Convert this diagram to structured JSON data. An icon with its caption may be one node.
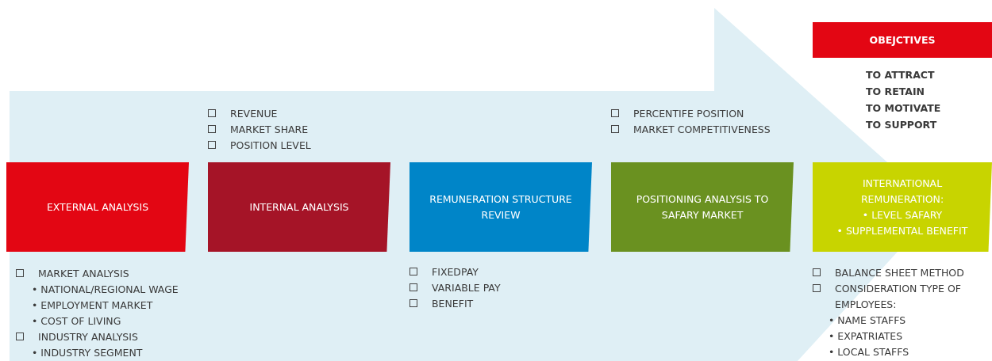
{
  "diagram": {
    "nodes": [
      {
        "text": [
          "EXTERNAL ANALYSIS"
        ],
        "beside": [
          "MARKET ANALYSIS",
          "• NATIONAL/REGIONAL WAGE",
          "• EMPLOYMENT MARKET",
          "• COST OF LIVING",
          "INDUSTRY ANALYSIS",
          "• INDUSTRY SEGMENT"
        ]
      },
      {
        "text": [
          "INTERNAL ANALYSIS"
        ],
        "beside": [
          "REVENUE",
          "MARKET SHARE",
          "POSITION LEVEL"
        ]
      },
      {
        "text": [
          "REMUNERATION STRUCTURE REVIEW"
        ],
        "beside": [
          "FIXEDPAY",
          "VARIABLE PAY",
          "BENEFIT"
        ]
      },
      {
        "text": [
          "POSITIONING ANALYSIS TO SAFARY MARKET"
        ],
        "beside": [
          "PERCENTIFE POSITION",
          "MARKET COMPETITIVENESS"
        ]
      },
      {
        "text": [
          "INTERNATIONAL REMUNERATION:",
          "• LEVEL SAFARY",
          "• SUPPLEMENTAL BENEFIT"
        ],
        "beside": [
          "BALANCE SHEET METHOD",
          "CONSIDERATION TYPE OF EMPLOYEES:",
          "• NAME STAFFS",
          "• EXPATRIATES",
          "• LOCAL STAFFS"
        ]
      },
      {
        "text": [
          "OBEJCTIVES"
        ],
        "beside": [
          "TO ATTRACT",
          "TO RETAIN",
          "TO MOTIVATE",
          "TO SUPPORT"
        ]
      }
    ]
  }
}
